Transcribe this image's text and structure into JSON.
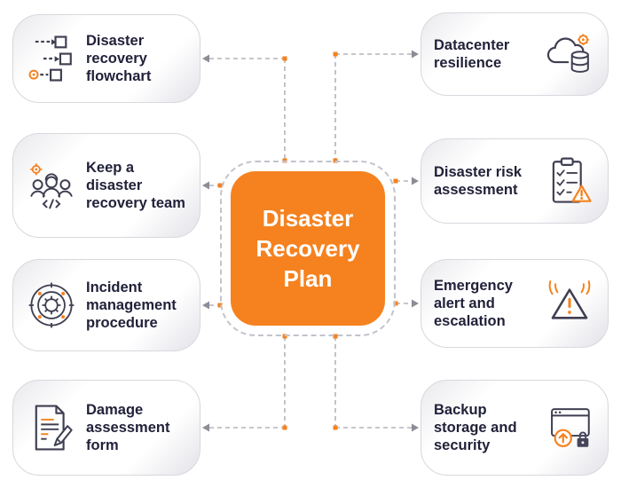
{
  "center": {
    "title": "Disaster Recovery Plan"
  },
  "cards": {
    "left": [
      {
        "label": "Disaster recovery flowchart",
        "icon": "flowchart-icon"
      },
      {
        "label": "Keep a disaster recovery team",
        "icon": "recovery-team-icon"
      },
      {
        "label": "Incident management procedure",
        "icon": "incident-management-icon"
      },
      {
        "label": "Damage assessment form",
        "icon": "assessment-form-icon"
      }
    ],
    "right": [
      {
        "label": "Datacenter resilience",
        "icon": "datacenter-icon"
      },
      {
        "label": "Disaster risk assessment",
        "icon": "risk-assessment-icon"
      },
      {
        "label": "Emergency alert and escalation",
        "icon": "emergency-alert-icon"
      },
      {
        "label": "Backup storage and security",
        "icon": "backup-security-icon"
      }
    ]
  },
  "colors": {
    "accent": "#F5821F",
    "connector_line": "#b4b4bc",
    "arrow": "#8d8d97",
    "icon_stroke": "#3f3f52",
    "text": "#21213a"
  }
}
